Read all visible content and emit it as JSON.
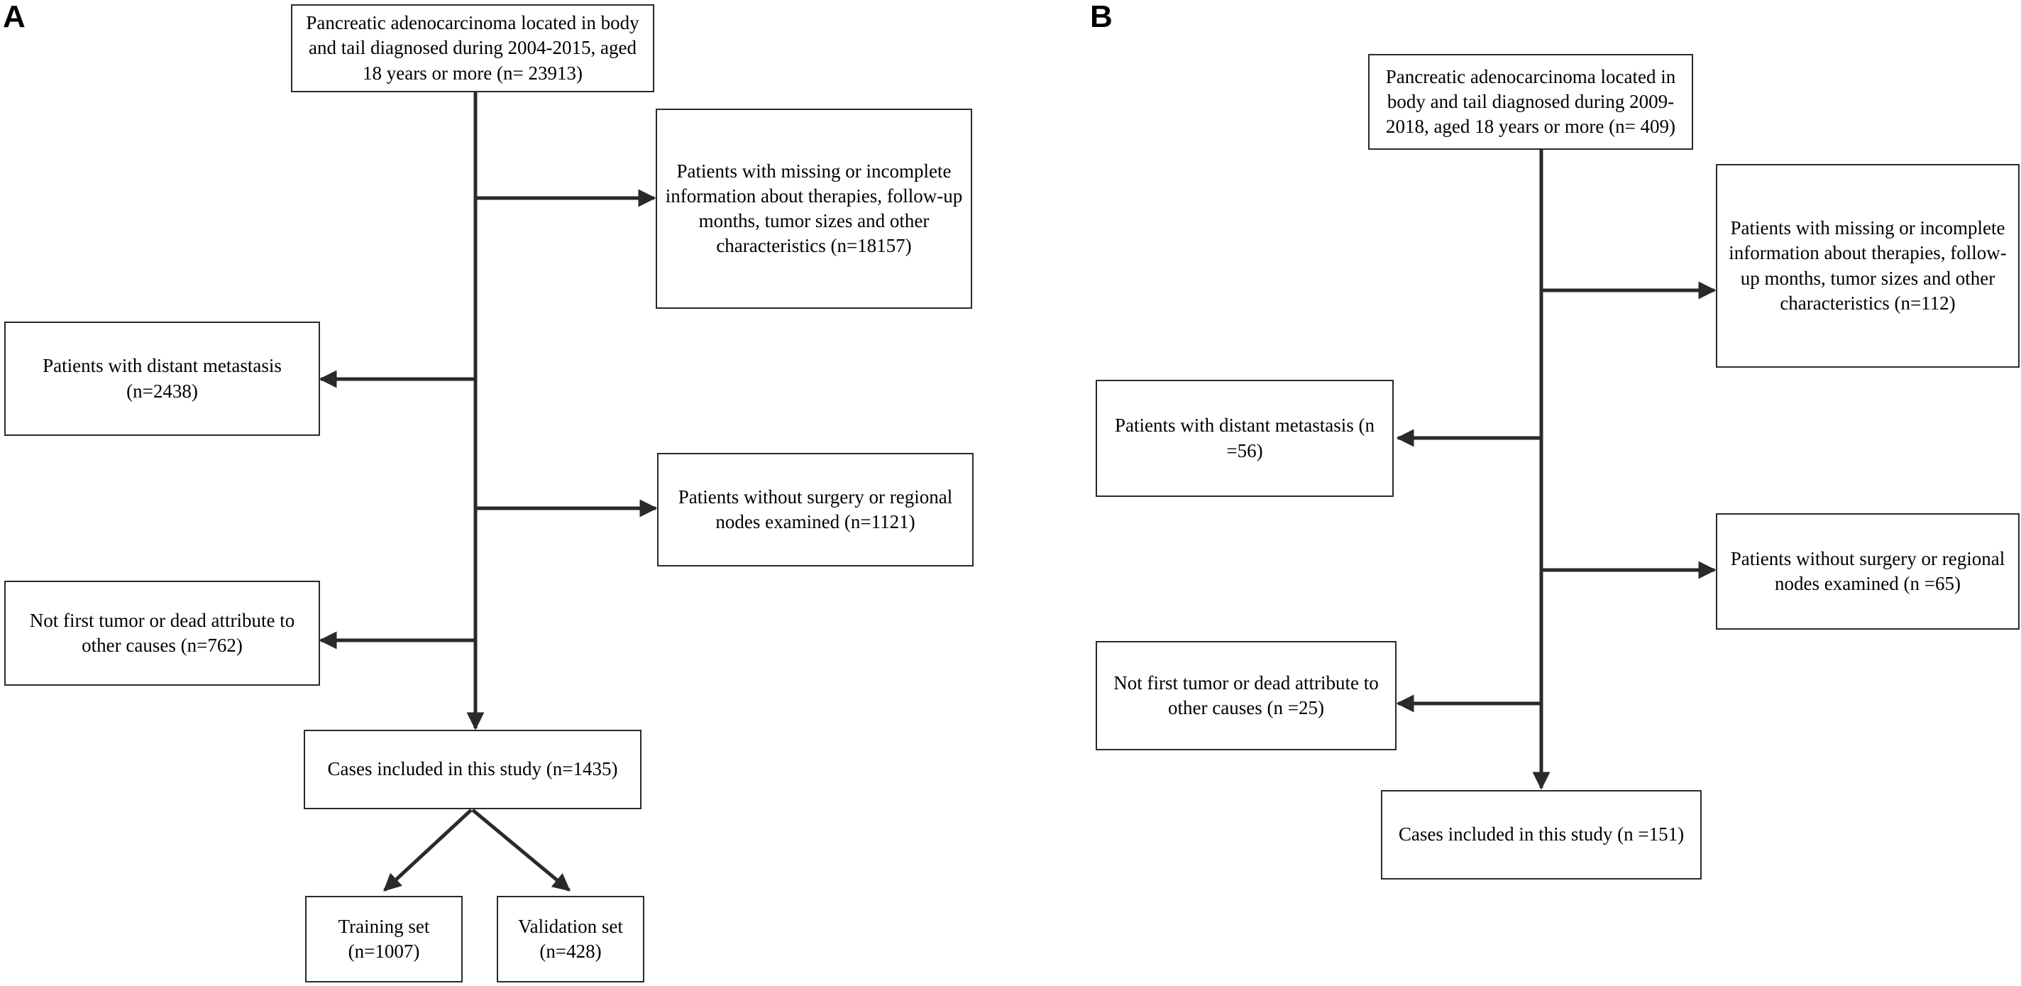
{
  "panels": {
    "a": {
      "label": "A",
      "source": "Pancreatic adenocarcinoma located in body and tail diagnosed during 2004-2015, aged 18 years or more (n= 23913)",
      "excl_missing": "Patients with missing or incomplete information about therapies, follow-up months, tumor sizes and other characteristics (n=18157)",
      "excl_metastasis": "Patients with distant metastasis (n=2438)",
      "excl_surgery": "Patients without surgery or regional nodes examined (n=1121)",
      "excl_other": "Not first tumor or dead attribute to other causes (n=762)",
      "included": "Cases included in this study (n=1435)",
      "training": "Training set (n=1007)",
      "validation": "Validation set (n=428)"
    },
    "b": {
      "label": "B",
      "source": "Pancreatic adenocarcinoma located in body and tail diagnosed during 2009-2018, aged 18 years or more (n=  409)",
      "excl_missing": "Patients with missing or incomplete information about therapies, follow-up months, tumor sizes and other characteristics (n=112)",
      "excl_metastasis": "Patients with distant metastasis (n =56)",
      "excl_surgery": "Patients without surgery or regional nodes examined (n =65)",
      "excl_other": "Not first tumor or dead attribute to other causes (n =25)",
      "included": "Cases included in this study (n =151)"
    }
  }
}
